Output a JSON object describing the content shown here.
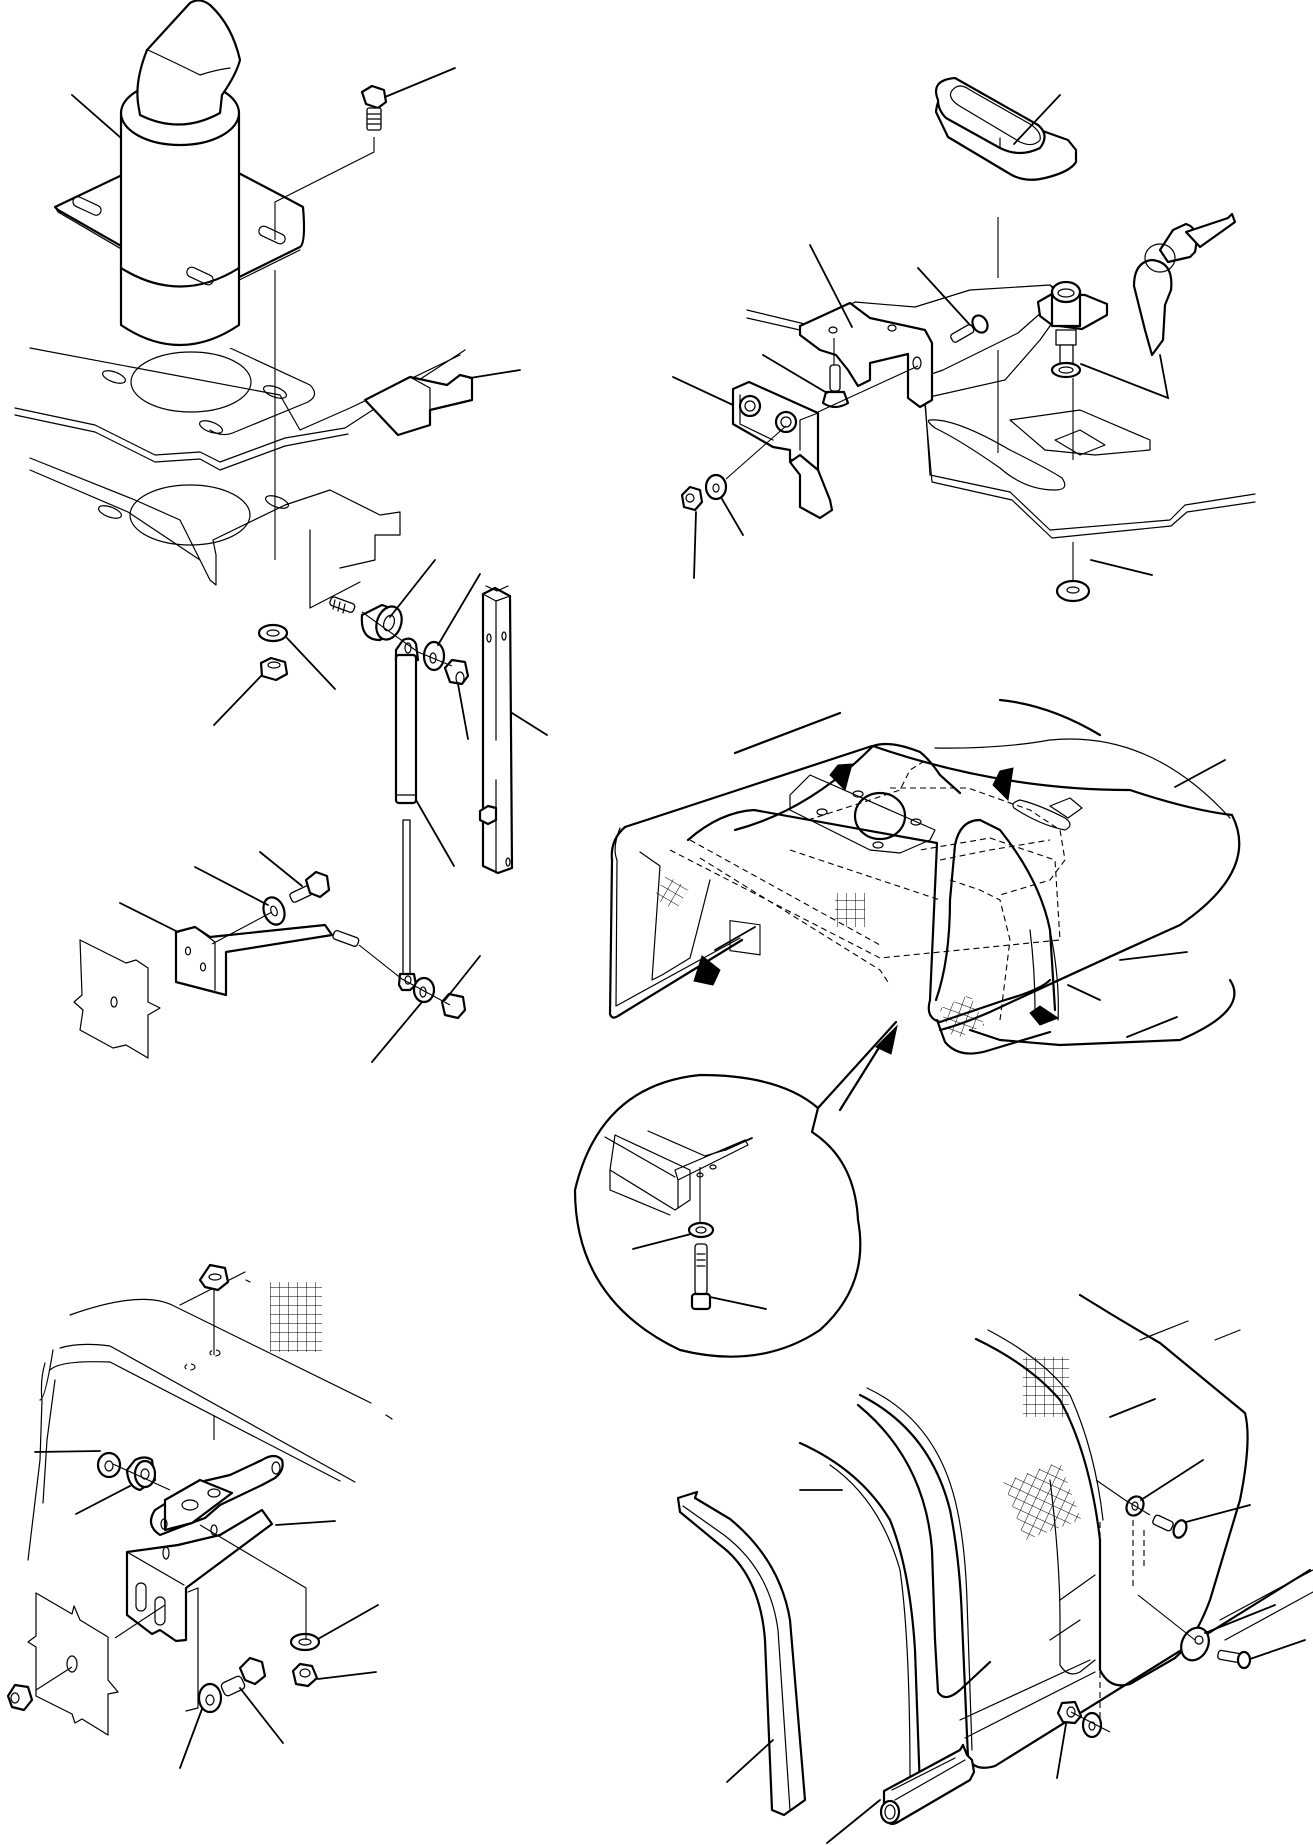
{
  "document": {
    "type": "exploded parts diagram",
    "line_color": "#000000",
    "background": "#ffffff",
    "text_labels": []
  },
  "views": [
    {
      "id": "exhaust-muffler-mount",
      "parts": [
        "exhaust-pipe-with-flange",
        "flange-bolt",
        "frame-plate",
        "frame-plate-lower",
        "washer",
        "hex-nut"
      ],
      "callouts": 5
    },
    {
      "id": "gas-spring-stay",
      "parts": [
        "spacer",
        "stud-bolt",
        "washer",
        "lock-nut",
        "gas-spring",
        "stay-rod",
        "bracket",
        "hex-bolt",
        "washer-lower",
        "nut-lower"
      ],
      "callouts": 9
    },
    {
      "id": "hood-lock",
      "parts": [
        "rubber-cap",
        "lock-bracket",
        "cap-bolt",
        "countersunk-screw",
        "latch-block",
        "nut",
        "washer",
        "lock-cylinder",
        "keys",
        "grommet"
      ],
      "callouts": 9
    },
    {
      "id": "engine-hood",
      "parts": [
        "hood-cover",
        "insulation",
        "detail-bracket",
        "detail-washer",
        "detail-bolt"
      ],
      "callouts": 5,
      "indicator_arrows": 5
    },
    {
      "id": "hood-hinge",
      "parts": [
        "hinge-nut-top",
        "washer",
        "bushing",
        "hinge-arm",
        "hinge-bracket",
        "washer",
        "nut",
        "washer-lower",
        "hex-bolt",
        "nut-back"
      ],
      "callouts": 8
    },
    {
      "id": "side-cover-seals",
      "parts": [
        "seal-strip-left",
        "seal-strip-inner",
        "side-cover",
        "washer",
        "screw",
        "rubber-washer",
        "screw",
        "nut",
        "washer",
        "edge-trim"
      ],
      "callouts": 9
    }
  ]
}
